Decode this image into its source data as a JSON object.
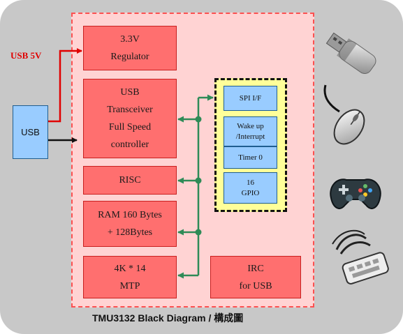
{
  "diagram": {
    "caption": "TMU3132 Black Diagram / 構成圖",
    "usb_power_label": "USB 5V",
    "usb_host_label": "USB",
    "blocks": {
      "regulator": "3.3V\nRegulator",
      "usb_transceiver": "USB\nTransceiver\nFull Speed\ncontroller",
      "risc": "RISC",
      "ram": "RAM 160 Bytes\n+ 128Bytes",
      "mtp": "4K * 14\nMTP",
      "irc": "IRC\nfor USB"
    },
    "peripherals": {
      "spi": "SPI I/F",
      "wakeup": "Wake up\n/Interrupt",
      "timer": "Timer 0",
      "gpio": "16\nGPIO"
    },
    "icons": [
      "usb-flash-drive-icon",
      "mouse-icon",
      "gamepad-icon",
      "keyboard-device-icon"
    ],
    "colors": {
      "block_fill": "#ff6f6f",
      "chip_fill": "#ffd3d3",
      "peripheral_fill": "#99ccff",
      "peripheral_group_fill": "#ffff99",
      "bus_line": "#2e8b57",
      "power_line": "#e00000"
    }
  }
}
